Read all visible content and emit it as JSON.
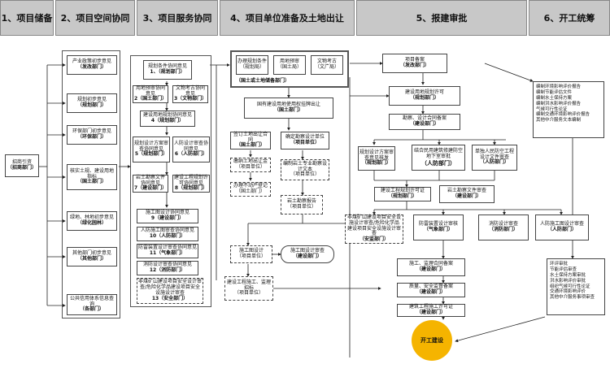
{
  "phases": [
    "1、项目储备",
    "2、项目空间协同",
    "3、项目服务协同",
    "4、项目单位准备及土地出让",
    "5、报建审批",
    "6、开工统筹"
  ],
  "start": {
    "line1": "招商引资",
    "line2": "（招商部门）"
  },
  "col2": [
    {
      "line1": "产业政策初步意见",
      "line2": "（发改部门）"
    },
    {
      "line1": "规划初步意见",
      "line2": "（规划部门）"
    },
    {
      "line1": "环保部门初步意见",
      "line2": "（环保部门）"
    },
    {
      "line1": "核实土规、建设用地指标",
      "line2": "（国土部门）"
    },
    {
      "line1": "绿地、林地初步意见",
      "line2": "（绿化园林）"
    },
    {
      "line1": "其他部门初步意见",
      "line2": "（其他部门）"
    },
    {
      "line1": "公共信用体系信息查询",
      "line2": "（各部门）"
    }
  ],
  "col3": {
    "top": {
      "line1": "规划条件协同意见",
      "line2": "1、（规划部门）"
    },
    "b2": {
      "line1": "用地预审协同意见",
      "line2": "2（国土部门）"
    },
    "b3": {
      "line1": "文物考古协同意见",
      "line2": "3（文物部门）"
    },
    "b4": {
      "line1": "建设用地规划协同意见",
      "line2": "4（规划部门）"
    },
    "b5": {
      "line1": "规划设计方案审查协同意见",
      "line2": "5（规划部门）"
    },
    "b6": {
      "line1": "人防设计审查协同意见",
      "line2": "6（人防部门）"
    },
    "b7": {
      "line1": "岩土勘察文件协同意见",
      "line2": "7（建设部门）"
    },
    "b8": {
      "line1": "建设工程规划许可协同意见",
      "line2": "8（规划部门）"
    },
    "b9": {
      "line1": "施工图设计协同意见",
      "line2": "9（建设部门）"
    },
    "b10": {
      "line1": "人防施工图审查协同意见",
      "line2": "10（人防部门）"
    },
    "b11": {
      "line1": "防雷装置设计审查协同意见",
      "line2": "11（气象部门）"
    },
    "b12": {
      "line1": "消防设计审查协同意见",
      "line2": "12（消防部门）"
    },
    "b13": {
      "line1": "非煤矿山建设项目安全设计审查/危险化学品建设项目安全设施设计审查",
      "line2": "13（安全部门）"
    }
  },
  "col4": {
    "g1": {
      "line1": "办理规划条件",
      "line2": "（规划局）"
    },
    "g2": {
      "line1": "用地预审",
      "line2": "（国土局）"
    },
    "g3": {
      "line1": "文物考古",
      "line2": "（文广局）"
    },
    "gtitle": "（国土或土地储备部门）",
    "land": {
      "line1": "国有建设用地使用权挂牌出让",
      "line2": "（国土部门）"
    },
    "contract": {
      "line1": "签订土地出让合同",
      "line2": "（国土部门）"
    },
    "tax": "缴纳土地出让金\n（项目单位）",
    "cert": "办理不动产登记\n（国土部门）",
    "survey": {
      "line1": "确定勘察设计单位",
      "line2": "（项目单位）"
    },
    "prep": "编制岩土专业勘察设计文本\n（项目单位）",
    "report": "岩土勘察报告\n（项目单位）",
    "design": "施工图设计\n（项目单位）",
    "review": {
      "line1": "施工图设计审查",
      "line2": "（建设部门）"
    },
    "bid": "建设工程施工、监理招标\n（项目单位）"
  },
  "col5": {
    "filing": {
      "line1": "项目备案",
      "line2": "（发改部门）"
    },
    "landpermit": {
      "line1": "建设用地规划许可",
      "line2": "（规划部门）"
    },
    "surveyfile": {
      "line1": "勘察、设计合同备案",
      "line2": "（建设部门）"
    },
    "plan": {
      "line1": "规划设计方案审查意见核发",
      "line2": "（规划部门）"
    },
    "civil": {
      "line1": "结合民用建筑修建防空地下室审批",
      "line2": "（人防部门）"
    },
    "civil2": {
      "line1": "单独人民防空工程设计文件审查",
      "line2": "（人防部门）"
    },
    "buildpermit": {
      "line1": "建设工程规划许可证",
      "line2": "（规划部门）"
    },
    "geo": {
      "line1": "岩土勘察文件审查",
      "line2": "（建设部门）"
    },
    "safety": {
      "line1": "非煤矿山建设项目安全设施设计审查/危险化学品建设项目安全设施设计审查",
      "line2": "（安监部门）"
    },
    "lightning": {
      "line1": "防雷装置设计审核",
      "line2": "（气象部门）"
    },
    "fire": {
      "line1": "消防设计审查",
      "line2": "（消防部门）"
    },
    "airdef": {
      "line1": "人防施工图设计审查",
      "line2": "（人防部门）"
    },
    "supervise": {
      "line1": "施工、监理合同备案",
      "line2": "（建设部门）"
    },
    "quality": {
      "line1": "质量、安全监督备案",
      "line2": "（建设部门）"
    },
    "construct": {
      "line1": "建筑工程施工许可证",
      "line2": "（建设部门）"
    },
    "start": "开工建设"
  },
  "col6": {
    "list1": "编制环境影响评价报告\n编制节能评估文件\n编制水土保持方案\n编制洪水影响评价报告\n气候可行性论证\n编制交通环境影响评价报告\n其他中介服务文本编制",
    "list2": "环评审批\n节能评估审查\n水土保持方案审批\n洪水影响评价审批\n组织气候可行性论证\n交通环境影响评价\n其他中介服务事项审查"
  }
}
